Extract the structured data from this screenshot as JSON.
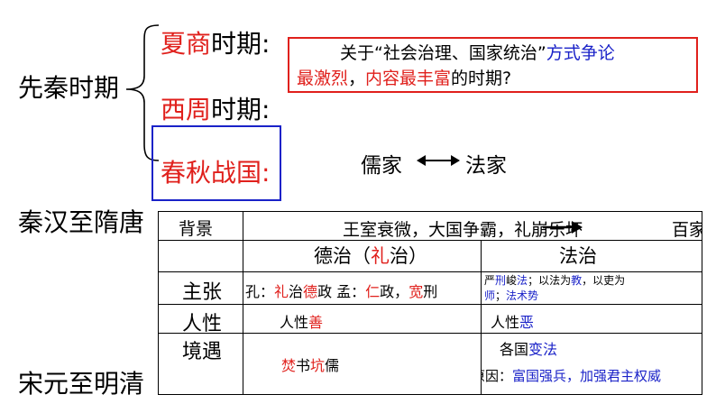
{
  "left_eras": {
    "pre_qin": "先秦时期",
    "qin_han_sui_tang": "秦汉至隋唐",
    "song_yuan_ming_qing": "宋元至明清"
  },
  "sub_periods": {
    "xia_shang": {
      "name": "夏商",
      "suffix": "时期:"
    },
    "xi_zhou": {
      "name": "西周",
      "suffix": "时期:"
    },
    "chunqiu_zhanguo": {
      "name": "春秋战国",
      "colon": ":"
    }
  },
  "question": {
    "p1": "关于“社会治理、国家统治”",
    "p2": "方式争论",
    "p3": "最激烈",
    "p4": "，",
    "p5": "内容最丰富",
    "p6": "的时期?"
  },
  "schools": {
    "left": "儒家",
    "right": "法家"
  },
  "table": {
    "background_label": "背景",
    "background_text": "王室衰微，大国争霸，礼崩乐坏",
    "background_result": "百家争鸣",
    "col_confucian": {
      "pre": "德治（",
      "red": "礼",
      "post": "治）"
    },
    "col_legalist": "法治",
    "row_propositions": "主张",
    "row_human_nature": "人性",
    "row_circumstances": "境遇",
    "conf_prop": {
      "a": "孔：",
      "b": "礼",
      "c": "治",
      "d": "德",
      "e": "政 孟：",
      "f": "仁",
      "g": "政，",
      "h": "宽",
      "i": "刑"
    },
    "legal_prop": {
      "a": "严",
      "b": "刑",
      "c": "峻",
      "d": "法",
      "e": "；以法为",
      "f": "教",
      "g": "，以吏为",
      "h": "师",
      "i": "；",
      "j": "法术势"
    },
    "conf_nature": {
      "pre": "人性",
      "red": "善"
    },
    "legal_nature": {
      "pre": "人性",
      "red": "恶"
    },
    "conf_fate": {
      "a": "焚",
      "b": "书",
      "c": "坑",
      "d": "儒"
    },
    "legal_fate": {
      "pre": "各国",
      "blue": "变法"
    },
    "legal_reason": {
      "pre": "原因：",
      "blue": "富国强兵，加强君主权威"
    }
  },
  "colors": {
    "red": "#e0201c",
    "blue": "#1a22c8"
  }
}
